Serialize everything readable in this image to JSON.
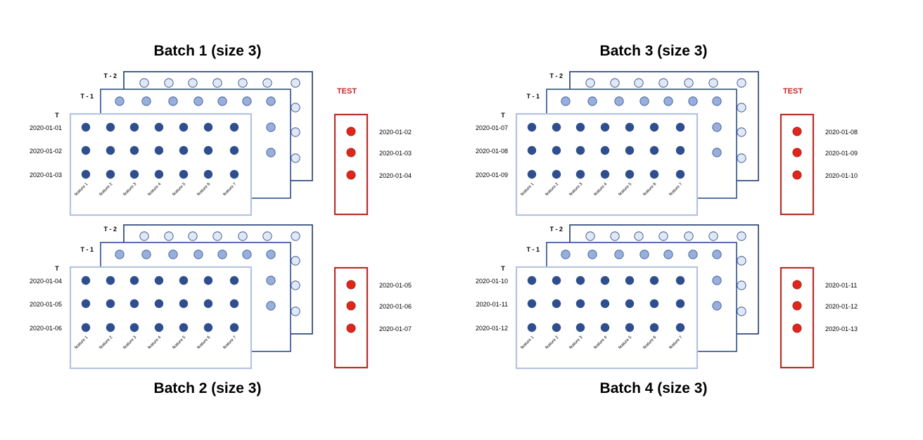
{
  "layers": {
    "back": "T - 2",
    "middle": "T - 1",
    "front": "T"
  },
  "test_label": "TEST",
  "features": [
    "feature 1",
    "feature 2",
    "feature 3",
    "feature 4",
    "feature 5",
    "feature 6",
    "feature 7"
  ],
  "colors": {
    "back_layer": "#1f3a73",
    "middle_layer": "#2d4f92",
    "front_layer_border": "#b4c3e2",
    "dot_front": "#2f4e8e",
    "dot_middle": "#98aedb",
    "dot_back": "#dfe8f7",
    "test_border": "#b5312a",
    "test_dot": "#e0251b"
  },
  "batches": [
    {
      "title": "Batch 1 (size 3)",
      "title_position": "top",
      "dates": [
        "2020-01-01",
        "2020-01-02",
        "2020-01-03"
      ],
      "test_dates": [
        "2020-01-02",
        "2020-01-03",
        "2020-01-04"
      ],
      "show_test_label": true
    },
    {
      "title": "Batch 2 (size 3)",
      "title_position": "bottom",
      "dates": [
        "2020-01-04",
        "2020-01-05",
        "2020-01-06"
      ],
      "test_dates": [
        "2020-01-05",
        "2020-01-06",
        "2020-01-07"
      ],
      "show_test_label": false
    },
    {
      "title": "Batch 3 (size 3)",
      "title_position": "top",
      "dates": [
        "2020-01-07",
        "2020-01-08",
        "2020-01-09"
      ],
      "test_dates": [
        "2020-01-08",
        "2020-01-09",
        "2020-01-10"
      ],
      "show_test_label": true
    },
    {
      "title": "Batch 4 (size 3)",
      "title_position": "bottom",
      "dates": [
        "2020-01-10",
        "2020-01-11",
        "2020-01-12"
      ],
      "test_dates": [
        "2020-01-11",
        "2020-01-12",
        "2020-01-13"
      ],
      "show_test_label": false
    }
  ]
}
